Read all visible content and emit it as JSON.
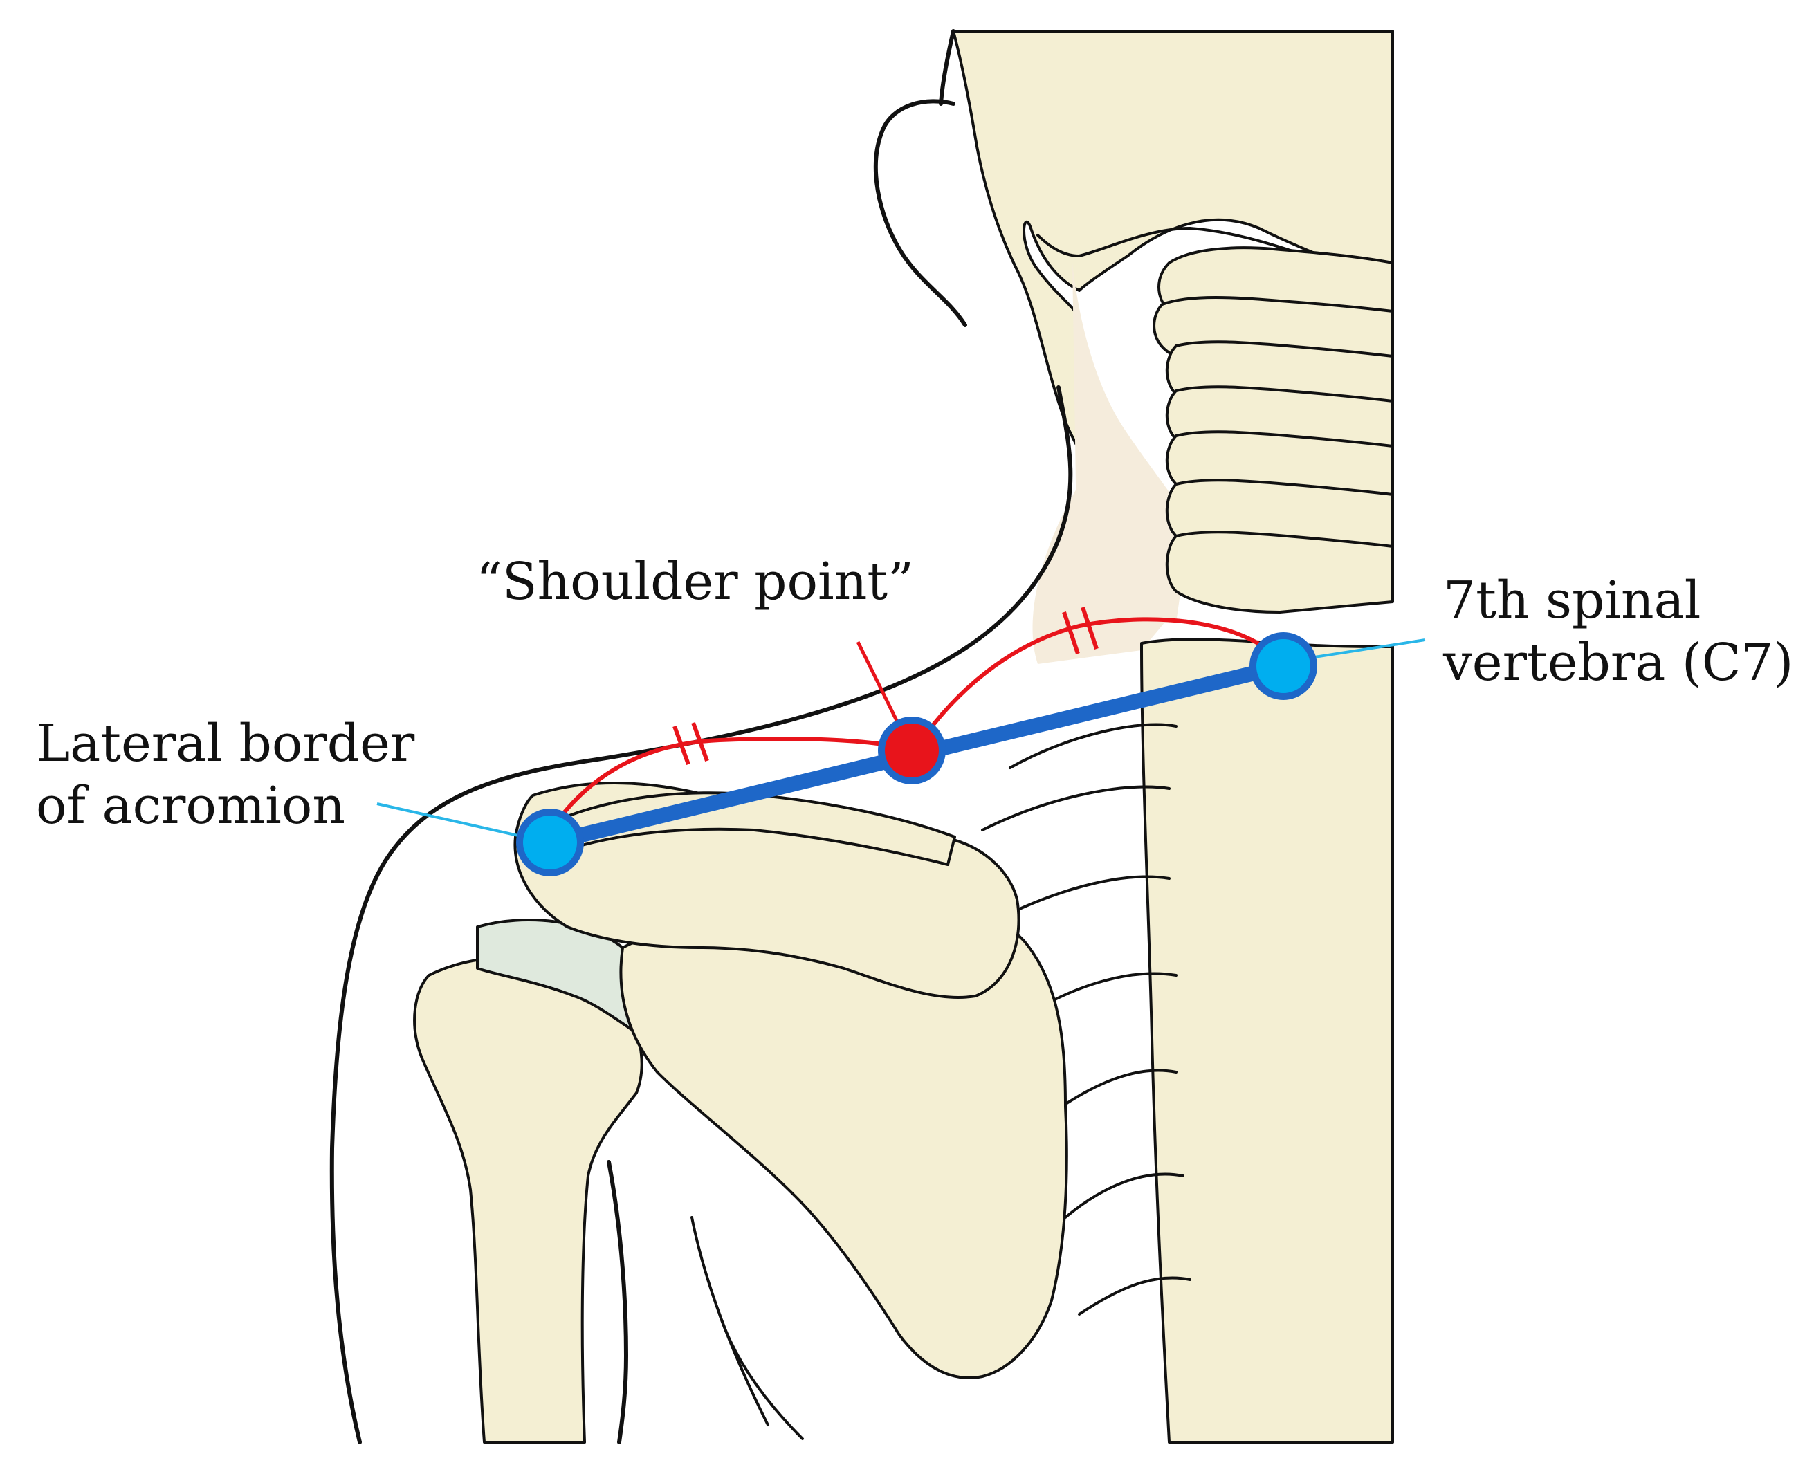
{
  "labels": {
    "shoulder_point": "“Shoulder point”",
    "c7_line1": "7th spinal",
    "c7_line2": "vertebra (C7)",
    "acromion_line1": "Lateral border",
    "acromion_line2": "of acromion"
  },
  "colors": {
    "bone_fill": "#f4efd3",
    "skin_fill": "#f5ecdc",
    "cartilage": "#dfe9dd",
    "outline": "#111111",
    "measure_line": "#1e67c8",
    "landmark_dot": "#00aeef",
    "shoulder_point_dot": "#e8141b",
    "arc_color": "#e8141b",
    "leader_line": "#29b6e8"
  },
  "icons": [
    "skeleton-illustration",
    "tick-mark-icon"
  ]
}
